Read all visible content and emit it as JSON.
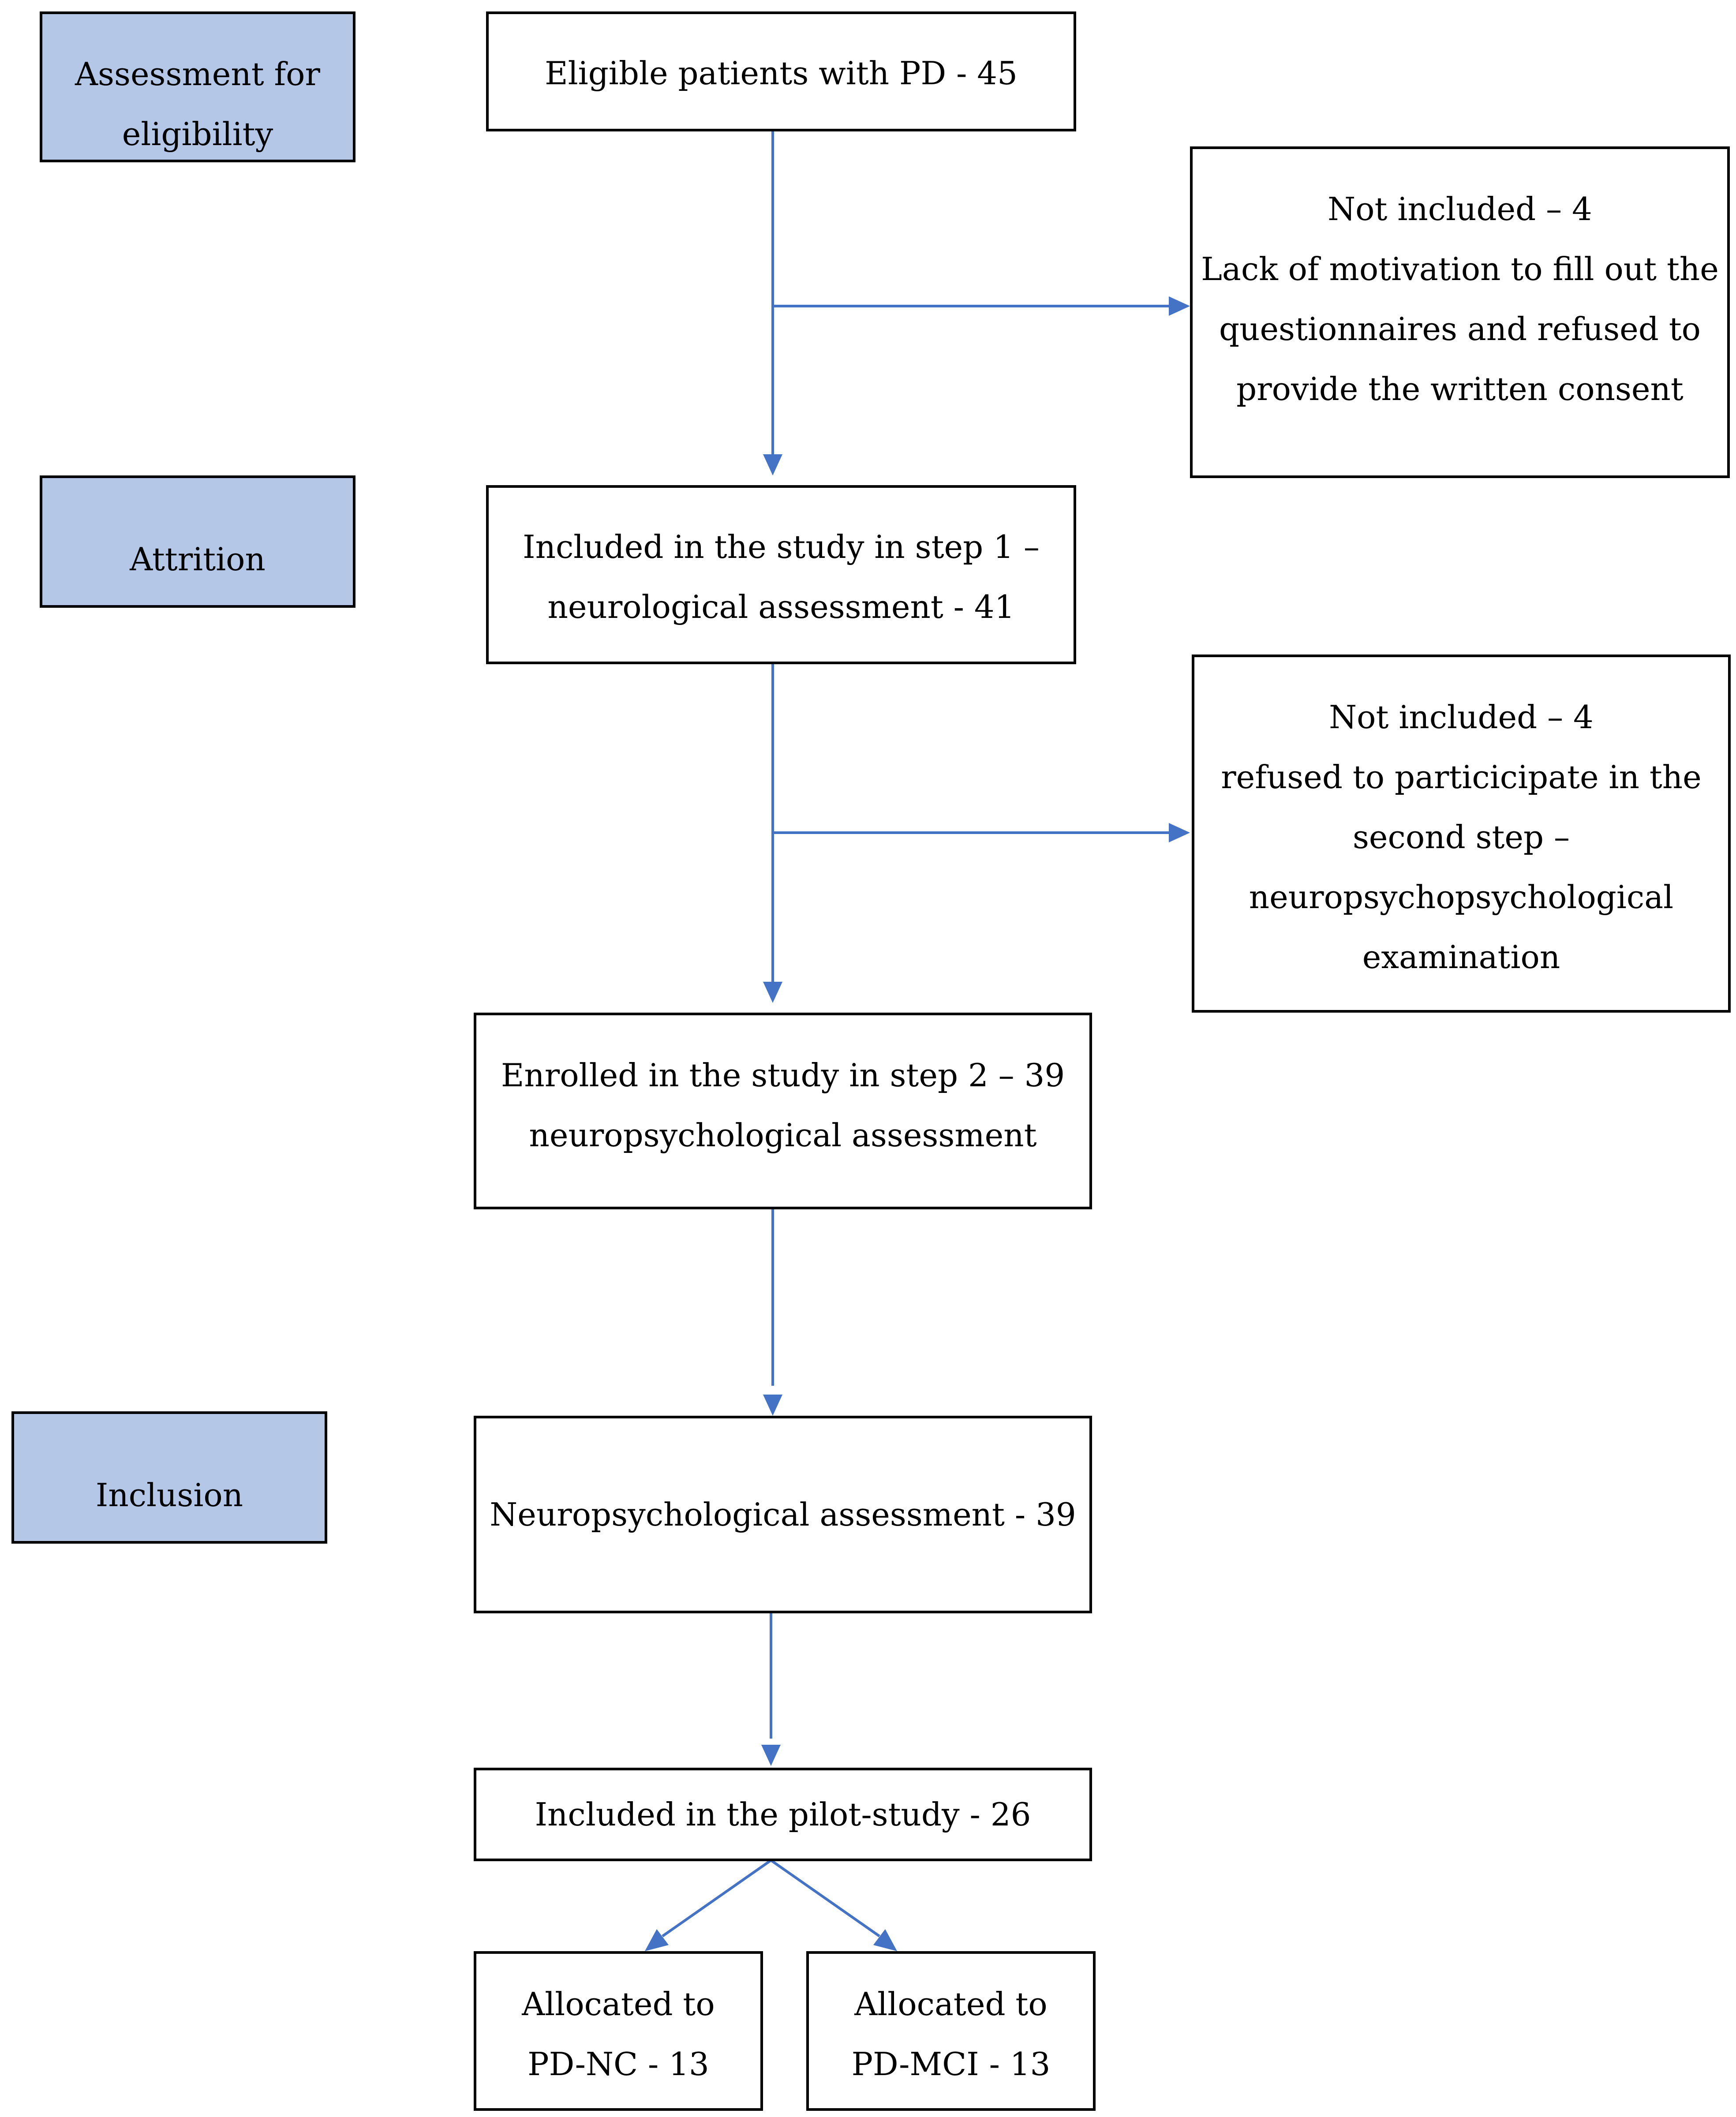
{
  "stages": {
    "eligibility": [
      "Assessment for",
      "eligibility"
    ],
    "attrition": [
      "Attrition"
    ],
    "inclusion": [
      "Inclusion"
    ]
  },
  "boxes": {
    "eligible": [
      "Eligible patients with PD - 45"
    ],
    "not_included_1": [
      "Not included – 4",
      "Lack of motivation to fill out the",
      "questionnaires and refused to",
      "provide the written consent"
    ],
    "included_step1": [
      "Included in the study in step 1 –",
      "neurological assessment - 41"
    ],
    "not_included_2": [
      "Not included – 4",
      "refused to particicipate in the",
      "second step –",
      "neuropsychopsychological",
      "examination"
    ],
    "enrolled_step2": [
      "Enrolled in the study in step 2 – 39",
      "neuropsychological assessment"
    ],
    "neuro_assessment": [
      "Neuropsychological assessment - 39"
    ],
    "pilot": [
      "Included in the pilot-study - 26"
    ],
    "pd_nc": [
      "Allocated to",
      "PD-NC - 13"
    ],
    "pd_mci": [
      "Allocated to",
      "PD-MCI - 13"
    ]
  },
  "colors": {
    "stage_fill": "#b4c7e7",
    "arrow": "#4472c4",
    "border": "#000000"
  }
}
